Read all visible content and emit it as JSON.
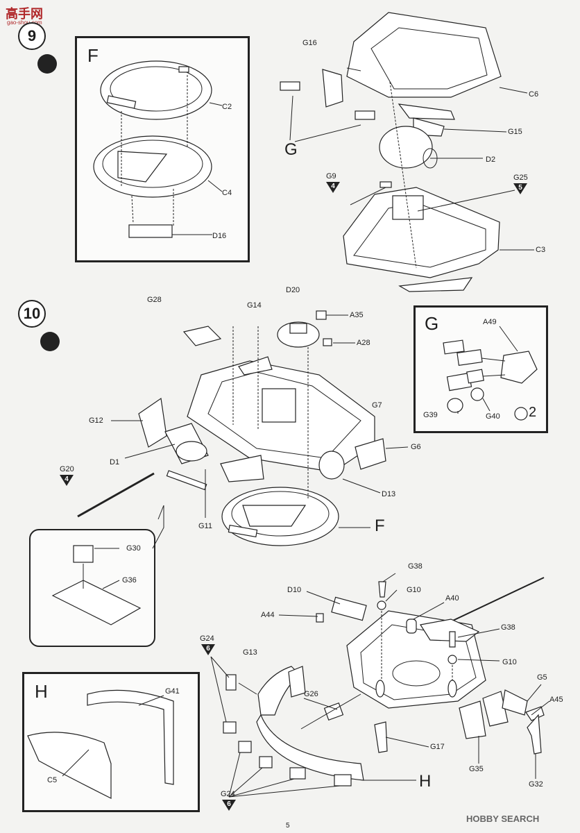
{
  "watermark_top": "高手网",
  "watermark_url": "gao-shou.com",
  "watermark_bottom": "HOBBY SEARCH",
  "page_number": "5",
  "steps": {
    "s9": "9",
    "s10": "10"
  },
  "boxes": {
    "F": "F",
    "G": "G",
    "H": "H"
  },
  "labels": {
    "C2": "C2",
    "C4": "C4",
    "D16": "D16",
    "G16": "G16",
    "C6": "C6",
    "G15": "G15",
    "D2": "D2",
    "G_big": "G",
    "G9": "G9",
    "G9_num": "4",
    "G25": "G25",
    "G25_num": "5",
    "C3": "C3",
    "G28": "G28",
    "G14": "G14",
    "D20": "D20",
    "A35": "A35",
    "A28": "A28",
    "G7": "G7",
    "G6": "G6",
    "G12": "G12",
    "D1": "D1",
    "D13": "D13",
    "G20": "G20",
    "G20_num": "4",
    "G11": "G11",
    "F_big": "F",
    "G30": "G30",
    "G36": "G36",
    "A49": "A49",
    "G39": "G39",
    "G40": "G40",
    "glue2": "2",
    "G38a": "G38",
    "G10a": "G10",
    "D10": "D10",
    "A40": "A40",
    "A44": "A44",
    "G38b": "G38",
    "G10b": "G10",
    "G24a": "G24",
    "G24a_num": "6",
    "G13": "G13",
    "G5": "G5",
    "A45": "A45",
    "G26": "G26",
    "G17": "G17",
    "G35": "G35",
    "G32": "G32",
    "H_big": "H",
    "G24b": "G24",
    "G24b_num": "6",
    "G41": "G41",
    "C5": "C5"
  }
}
